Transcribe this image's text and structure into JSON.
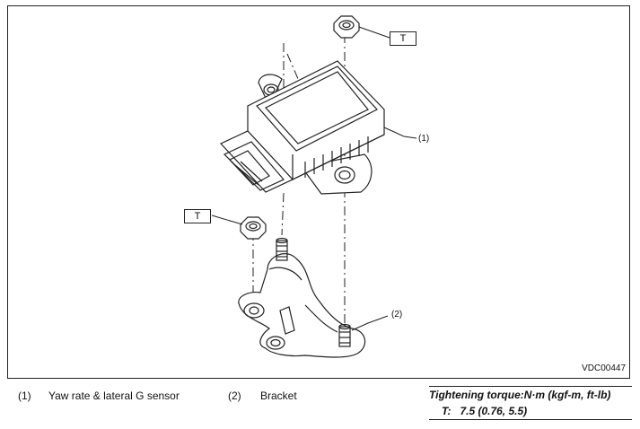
{
  "diagram": {
    "callouts": {
      "part1": "(1)",
      "part2": "(2)"
    },
    "torque_tags": [
      "T",
      "T"
    ],
    "figure_code": "VDC00447"
  },
  "legend": {
    "items": [
      {
        "num": "(1)",
        "label": "Yaw rate & lateral G sensor"
      },
      {
        "num": "(2)",
        "label": "Bracket"
      }
    ]
  },
  "torque": {
    "heading": "Tightening torque:N·m (kgf-m, ft-lb)",
    "spec": "T:   7.5 (0.76, 5.5)"
  }
}
